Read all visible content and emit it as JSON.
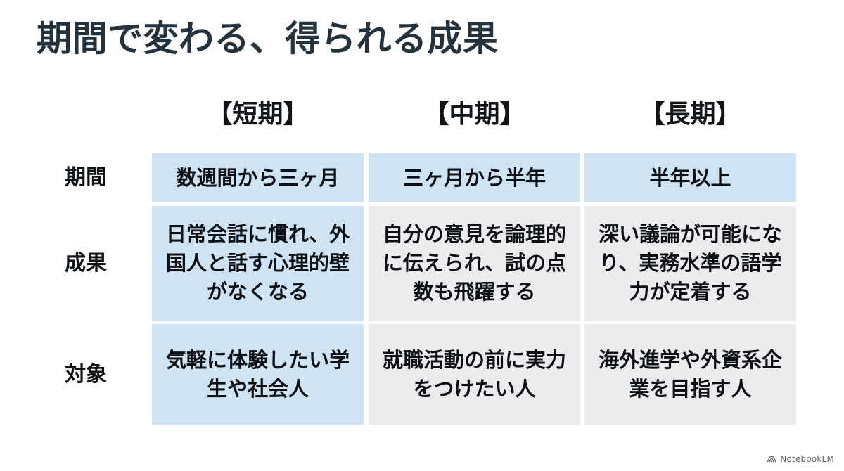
{
  "slide": {
    "title": "期間で変わる、得られる成果",
    "background_color": "#ffffff",
    "title_color": "#23323c"
  },
  "table": {
    "column_headers": [
      "【短期】",
      "【中期】",
      "【長期】"
    ],
    "row_labels": [
      "期間",
      "成果",
      "対象"
    ],
    "accent_blue": "#cee4f5",
    "accent_gray": "#ececee",
    "rows": [
      {
        "label": "期間",
        "cells": [
          {
            "text": "数週間から三ヶ月",
            "bg": "blue"
          },
          {
            "text": "三ヶ月から半年",
            "bg": "blue"
          },
          {
            "text": "半年以上",
            "bg": "blue"
          }
        ]
      },
      {
        "label": "成果",
        "cells": [
          {
            "text": "日常会話に慣れ、外国人と話す心理的壁がなくなる",
            "bg": "blue"
          },
          {
            "text": "自分の意見を論理的に伝えられ、試の点数も飛躍する",
            "bg": "gray"
          },
          {
            "text": "深い議論が可能になり、実務水準の語学力が定着する",
            "bg": "gray"
          }
        ]
      },
      {
        "label": "対象",
        "cells": [
          {
            "text": "気軽に体験したい学生や社会人",
            "bg": "blue"
          },
          {
            "text": "就職活動の前に実力をつけたい人",
            "bg": "gray"
          },
          {
            "text": "海外進学や外資系企業を目指す人",
            "bg": "gray"
          }
        ]
      }
    ]
  },
  "watermark": {
    "label": "NotebookLM",
    "icon": "notebooklm-icon"
  }
}
